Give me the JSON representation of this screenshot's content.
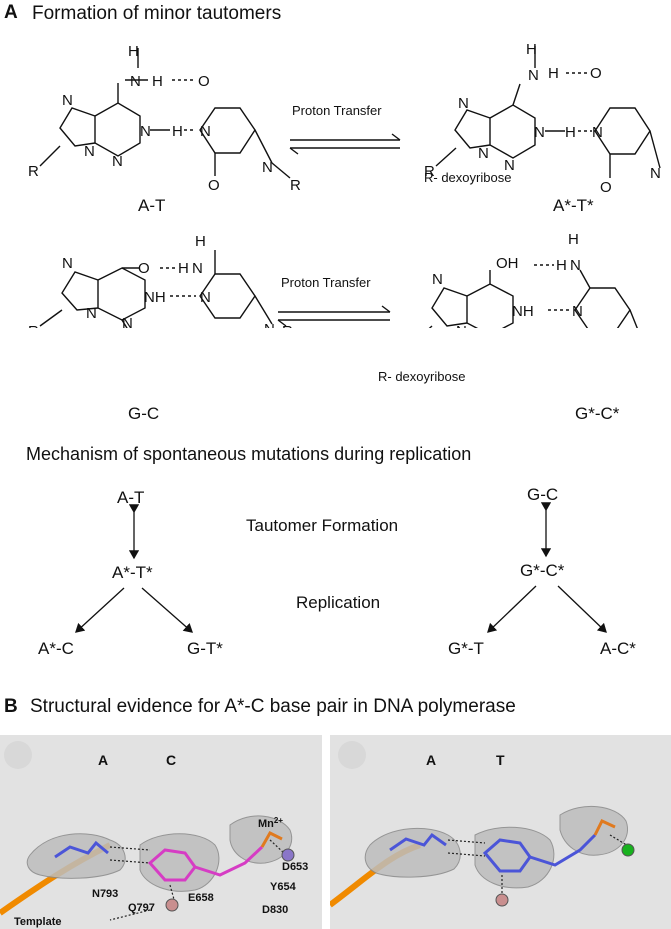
{
  "panel_a": {
    "letter": "A",
    "title": "Formation of minor tautomers",
    "proton_transfer_top": "Proton Transfer",
    "proton_transfer_bottom": "Proton Transfer",
    "r_dexoyribose_top": "R- dexoyribose",
    "r_dexoyribose_bottom": "R- dexoyribose",
    "pairs": {
      "at": "A-T",
      "at_star": "A*-T*",
      "gc": "G-C",
      "gc_star": "G*-C*"
    },
    "atoms": {
      "H": "H",
      "N": "N",
      "O": "O",
      "R": "R",
      "NH": "NH",
      "OH": "OH"
    }
  },
  "mechanism": {
    "title": "Mechanism of spontaneous mutations during replication",
    "tautomer_formation": "Tautomer Formation",
    "replication": "Replication",
    "left": {
      "top": "A-T",
      "mid": "A*-T*",
      "out1": "A*-C",
      "out2": "G-T*"
    },
    "right": {
      "top": "G-C",
      "mid": "G*-C*",
      "out1": "G*-T",
      "out2": "A-C*"
    }
  },
  "panel_b": {
    "letter": "B",
    "title": "Structural evidence for  A*-C base pair in DNA polymerase",
    "left": {
      "base1": "A",
      "base2": "C",
      "mn": "Mn",
      "mn_sup": "2+",
      "d653": "D653",
      "y654": "Y654",
      "d830": "D830",
      "e658": "E658",
      "n793": "N793",
      "q797": "Q797",
      "template": "Template"
    },
    "right": {
      "base1": "A",
      "base2": "T"
    },
    "colors": {
      "ribbon": "#f08a00",
      "surface": "#e9e9e9",
      "magenta": "#d63cc4",
      "blue": "#4b55d8",
      "orange": "#e07a1f",
      "metal_purple": "#8a76c8",
      "metal_green": "#18b21e"
    }
  }
}
